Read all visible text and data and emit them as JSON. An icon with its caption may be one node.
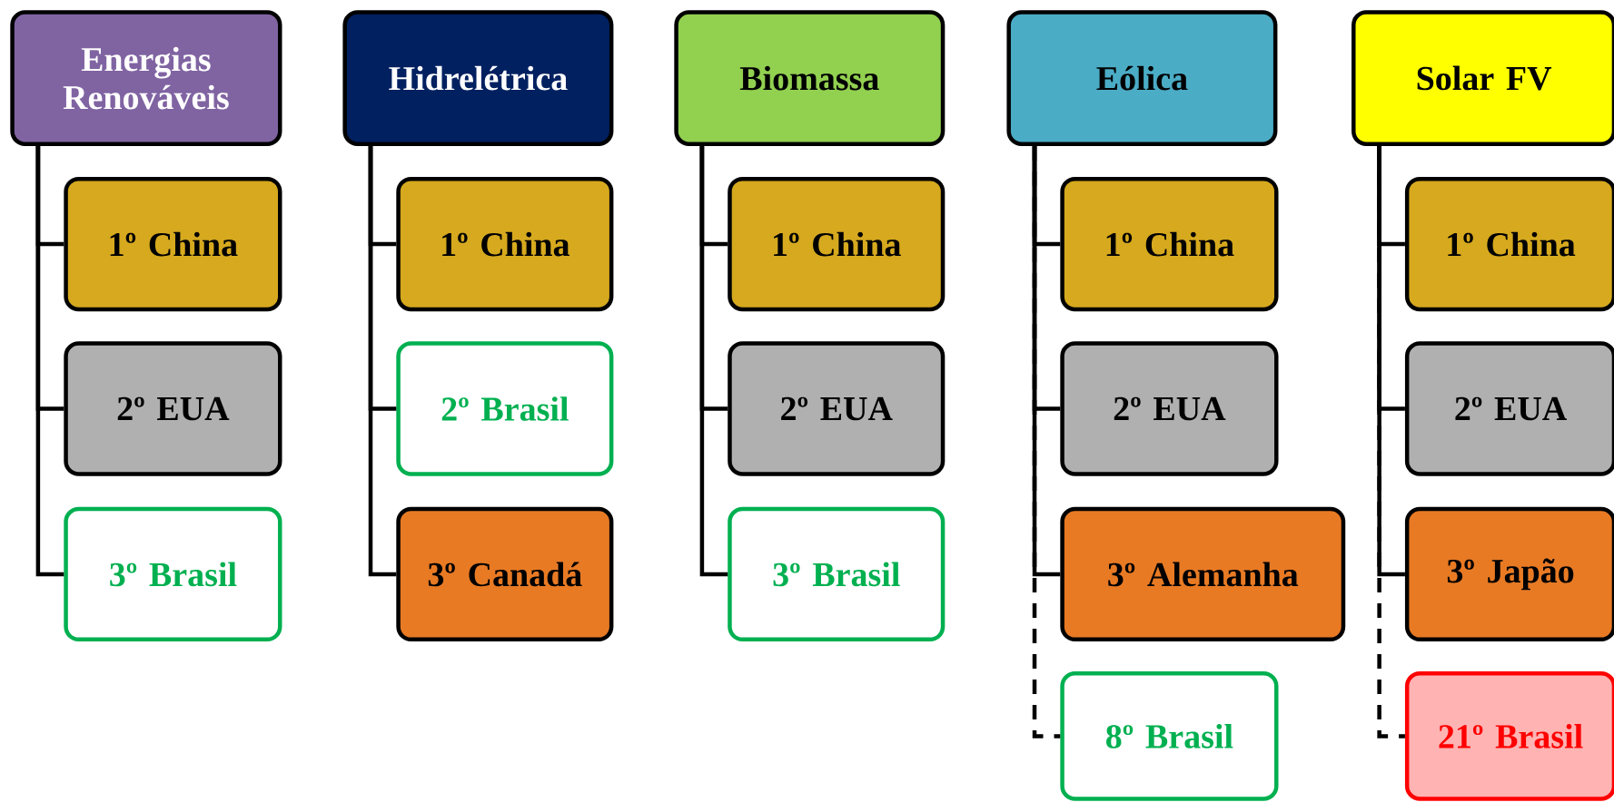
{
  "diagram": {
    "nodes": [
      {
        "text": [
          "Energias Renováveis"
        ]
      },
      {
        "text": [
          "1º China"
        ]
      },
      {
        "text": [
          "2º EUA"
        ]
      },
      {
        "text": [
          "3º Brasil"
        ]
      },
      {
        "text": [
          "Hidrelétrica"
        ]
      },
      {
        "text": [
          "1º China"
        ]
      },
      {
        "text": [
          "2º Brasil"
        ]
      },
      {
        "text": [
          "3º Canadá"
        ]
      },
      {
        "text": [
          "Biomassa"
        ]
      },
      {
        "text": [
          "1º China"
        ]
      },
      {
        "text": [
          "2º EUA"
        ]
      },
      {
        "text": [
          "3º Brasil"
        ]
      },
      {
        "text": [
          "Eólica"
        ]
      },
      {
        "text": [
          "1º China"
        ]
      },
      {
        "text": [
          "2º EUA"
        ]
      },
      {
        "text": [
          "3º Alemanha"
        ]
      },
      {
        "text": [
          "8º Brasil"
        ]
      },
      {
        "text": [
          "Solar FV"
        ]
      },
      {
        "text": [
          "1º China"
        ]
      },
      {
        "text": [
          "2º EUA"
        ]
      },
      {
        "text": [
          "3º Japão"
        ]
      },
      {
        "text": [
          "21º Brasil"
        ]
      }
    ],
    "edges": [
      {
        "from": 0,
        "to": 1,
        "arrow": "none"
      },
      {
        "from": 0,
        "to": 2,
        "arrow": "none"
      },
      {
        "from": 0,
        "to": 3,
        "arrow": "none"
      },
      {
        "from": 4,
        "to": 5,
        "arrow": "none"
      },
      {
        "from": 4,
        "to": 6,
        "arrow": "none"
      },
      {
        "from": 4,
        "to": 7,
        "arrow": "none"
      },
      {
        "from": 8,
        "to": 9,
        "arrow": "none"
      },
      {
        "from": 8,
        "to": 10,
        "arrow": "none"
      },
      {
        "from": 8,
        "to": 11,
        "arrow": "none"
      },
      {
        "from": 12,
        "to": 13,
        "arrow": "none"
      },
      {
        "from": 12,
        "to": 14,
        "arrow": "none"
      },
      {
        "from": 12,
        "to": 15,
        "arrow": "none"
      },
      {
        "from": 12,
        "to": 16,
        "arrow": "none",
        "style": "dashed"
      },
      {
        "from": 17,
        "to": 18,
        "arrow": "none"
      },
      {
        "from": 17,
        "to": 19,
        "arrow": "none"
      },
      {
        "from": 17,
        "to": 20,
        "arrow": "none"
      },
      {
        "from": 17,
        "to": 21,
        "arrow": "none",
        "style": "dashed"
      }
    ]
  }
}
